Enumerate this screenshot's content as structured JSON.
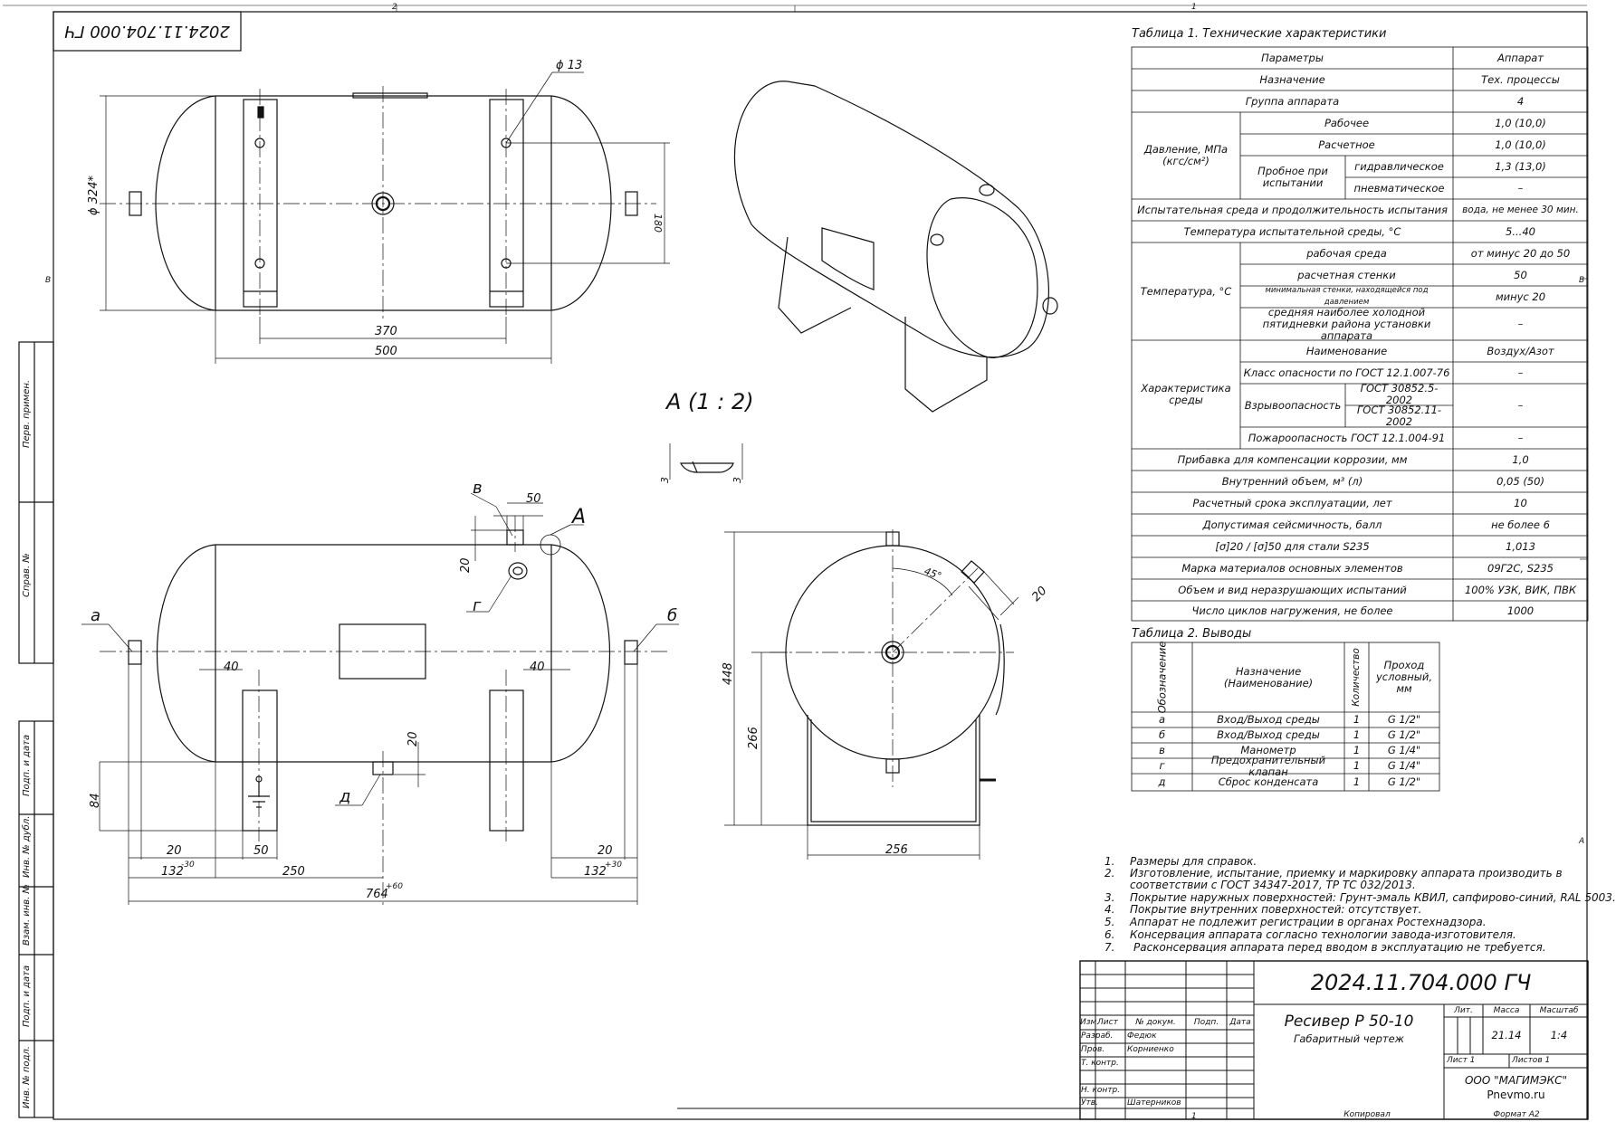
{
  "doc_number": "2024.11.704.000 ГЧ",
  "frame": {
    "zone_top_left": "2",
    "zone_top_right": "1",
    "zone_left": "В",
    "zone_right_b": "В",
    "zone_right_a": "А",
    "zone_bottom": "1"
  },
  "side_stamps": [
    "Перв. примен.",
    "Справ. №",
    "Подп. и дата",
    "Инв. № дубл.",
    "Взам. инв. №",
    "Подп. и дата",
    "Инв. № подл."
  ],
  "dims": {
    "d324": "ϕ 324*",
    "d13": "ϕ 13",
    "v180": "180",
    "h370": "370",
    "h500": "500",
    "h50": "50",
    "v20a": "20",
    "v20b": "20",
    "h40a": "40",
    "h40b": "40",
    "v84": "84",
    "h20a": "20",
    "h20b": "20",
    "h50b": "50",
    "h250": "250",
    "h132a": "132",
    "h132b": "132",
    "tol30a": "-30",
    "tol30b": "+30",
    "h764": "764",
    "tol60": "+60",
    "v448": "448",
    "v266": "266",
    "h256": "256",
    "ang45": "45°",
    "d20c": "20",
    "det3a": "3",
    "det3b": "3"
  },
  "callouts": {
    "v": "в",
    "A": "А",
    "g": "г",
    "a": "а",
    "b": "б",
    "d": "д"
  },
  "detail_title": "А (1 : 2)",
  "table1": {
    "title": "Таблица 1. Технические характеристики",
    "rows": [
      {
        "label": "Параметры",
        "value": "Аппарат"
      },
      {
        "label": "Назначение",
        "value": "Тех. процессы"
      },
      {
        "label": "Группа аппарата",
        "value": "4"
      },
      {
        "label": "Испытательная среда и продолжительность испытания",
        "value": "вода, не менее 30 мин."
      },
      {
        "label": "Температура испытательной среды, °С",
        "value": "5...40"
      },
      {
        "label": "Прибавка для компенсации коррозии, мм",
        "value": "1,0"
      },
      {
        "label": "Внутренний объем, м³ (л)",
        "value": "0,05 (50)"
      },
      {
        "label": "Расчетный срока эксплуатации, лет",
        "value": "10"
      },
      {
        "label": "Допустимая сейсмичность, балл",
        "value": "не более 6"
      },
      {
        "label": "[σ]20 / [σ]50 для стали S235",
        "value": "1,013"
      },
      {
        "label": "Марка материалов основных элементов",
        "value": "09Г2С, S235"
      },
      {
        "label": "Объем и вид неразрушающих испытаний",
        "value": "100% УЗК, ВИК, ПВК"
      },
      {
        "label": "Число циклов нагружения, не более",
        "value": "1000"
      }
    ],
    "pressure": {
      "group": "Давление, МПа (кгс/см²)",
      "work": "Рабочее",
      "work_v": "1,0 (10,0)",
      "calc": "Расчетное",
      "calc_v": "1,0 (10,0)",
      "test": "Пробное при испытании",
      "hydro": "гидравлическое",
      "hydro_v": "1,3 (13,0)",
      "pneu": "пневматическое",
      "pneu_v": "–"
    },
    "temperature": {
      "group": "Температура, °С",
      "r1": "рабочая среда",
      "r1_v": "от минус 20 до 50",
      "r2": "расчетная стенки",
      "r2_v": "50",
      "r3": "минимальная стенки, находящейся под давлением",
      "r3_v": "минус 20",
      "r4": "средняя наиболее холодной пятидневки района установки аппарата",
      "r4_v": "–"
    },
    "medium": {
      "group": "Характеристика среды",
      "name": "Наименование",
      "name_v": "Воздух/Азот",
      "hazard": "Класс опасности по ГОСТ 12.1.007-76",
      "hazard_v": "–",
      "explo": "Взрывоопасность",
      "gost1": "ГОСТ 30852.5-2002",
      "gost2": "ГОСТ 30852.11-2002",
      "explo_v": "–",
      "fire": "Пожароопасность ГОСТ 12.1.004-91",
      "fire_v": "–"
    }
  },
  "table2": {
    "title": "Таблица 2. Выводы",
    "headers": [
      "Обозначение",
      "Назначение (Наименование)",
      "Количество",
      "Проход условный, мм"
    ],
    "rows": [
      [
        "а",
        "Вход/Выход среды",
        "1",
        "G 1/2\""
      ],
      [
        "б",
        "Вход/Выход среды",
        "1",
        "G 1/2\""
      ],
      [
        "в",
        "Манометр",
        "1",
        "G 1/4\""
      ],
      [
        "г",
        "Предохранительный клапан",
        "1",
        "G 1/4\""
      ],
      [
        "д",
        "Сброс конденсата",
        "1",
        "G 1/2\""
      ]
    ]
  },
  "notes": [
    {
      "n": "1.",
      "t": "Размеры для справок."
    },
    {
      "n": "2.",
      "t": "Изготовление, испытание, приемку и маркировку аппарата производить в"
    },
    {
      "n": "",
      "t": "соответствии с ГОСТ 34347-2017, ТР ТС 032/2013."
    },
    {
      "n": "3.",
      "t": "Покрытие наружных поверхностей: Грунт-эмаль КВИЛ, сапфирово-синий, RAL 5003."
    },
    {
      "n": "4.",
      "t": "Покрытие внутренних поверхностей: отсутствует."
    },
    {
      "n": "5.",
      "t": "Аппарат не подлежит регистрации в органах Ростехнадзора."
    },
    {
      "n": "6.",
      "t": "Консервация аппарата согласно технологии завода-изготовителя."
    },
    {
      "n": "7.",
      "t": "Расконсервация аппарата перед вводом в эксплуатацию не требуется."
    }
  ],
  "title_block": {
    "doc_number": "2024.11.704.000 ГЧ",
    "name": "Ресивер Р 50-10",
    "subtitle": "Габаритный чертеж",
    "lit": "Лит.",
    "mass": "Масса",
    "scale": "Масштаб",
    "mass_v": "21.14",
    "scale_v": "1:4",
    "sheet": "Лист 1",
    "sheets": "Листов 1",
    "org": "ООО \"МАГИМЭКС\"",
    "site": "Pnevmo.ru",
    "row_labels": [
      "Изм.",
      "Лист",
      "№ докум.",
      "Подп.",
      "Дата"
    ],
    "roles": [
      "Разраб.",
      "Пров.",
      "Т. контр.",
      "Н. контр.",
      "Утв."
    ],
    "people": [
      "Федюк",
      "Корниенко",
      "Шатерников"
    ],
    "copy": "Копировал",
    "format": "Формат А2"
  }
}
